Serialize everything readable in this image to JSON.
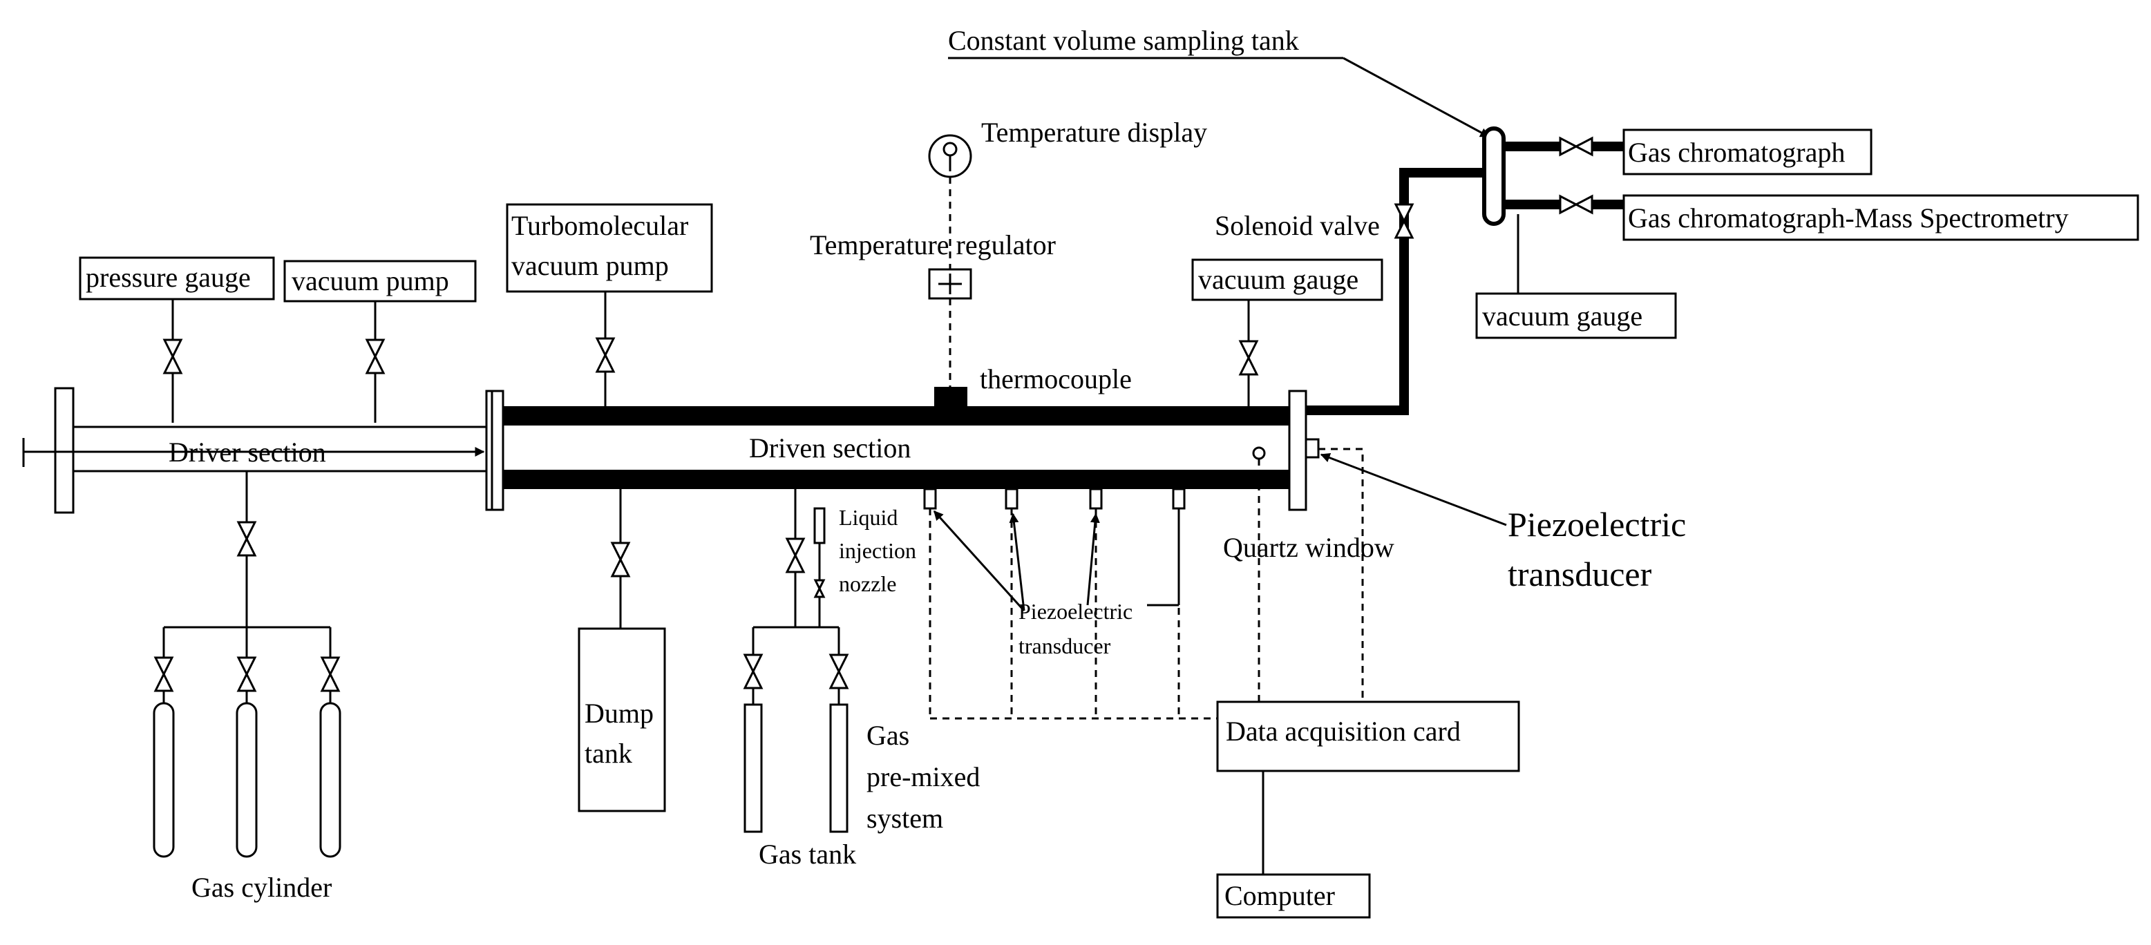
{
  "labels": {
    "constant_volume_tank": "Constant volume sampling tank",
    "temperature_display": "Temperature display",
    "temperature_regulator": "Temperature regulator",
    "solenoid_valve": "Solenoid valve",
    "gas_chromatograph": "Gas chromatograph",
    "gcms": "Gas chromatograph-Mass Spectrometry",
    "vacuum_gauge_right": "vacuum gauge",
    "vacuum_gauge_top": "vacuum gauge",
    "pressure_gauge": "pressure gauge",
    "vacuum_pump": "vacuum pump",
    "turbo_line1": "Turbomolecular",
    "turbo_line2": "vacuum pump",
    "thermocouple": "thermocouple",
    "driver_section": "Driver section",
    "driven_section": "Driven section",
    "liquid_line1": "Liquid",
    "liquid_line2": "injection",
    "liquid_line3": "nozzle",
    "quartz_window": "Quartz window",
    "piezo_big_line1": "Piezoelectric",
    "piezo_big_line2": "transducer",
    "piezo_small_line1": "Piezoelectric",
    "piezo_small_line2": "transducer",
    "data_acquisition": "Data acquisition card",
    "dump_line1": "Dump",
    "dump_line2": "tank",
    "gas_premix_line1": "Gas",
    "gas_premix_line2": "pre-mixed",
    "gas_premix_line3": "system",
    "gas_tank": "Gas tank",
    "gas_cylinder": "Gas cylinder",
    "computer": "Computer"
  }
}
